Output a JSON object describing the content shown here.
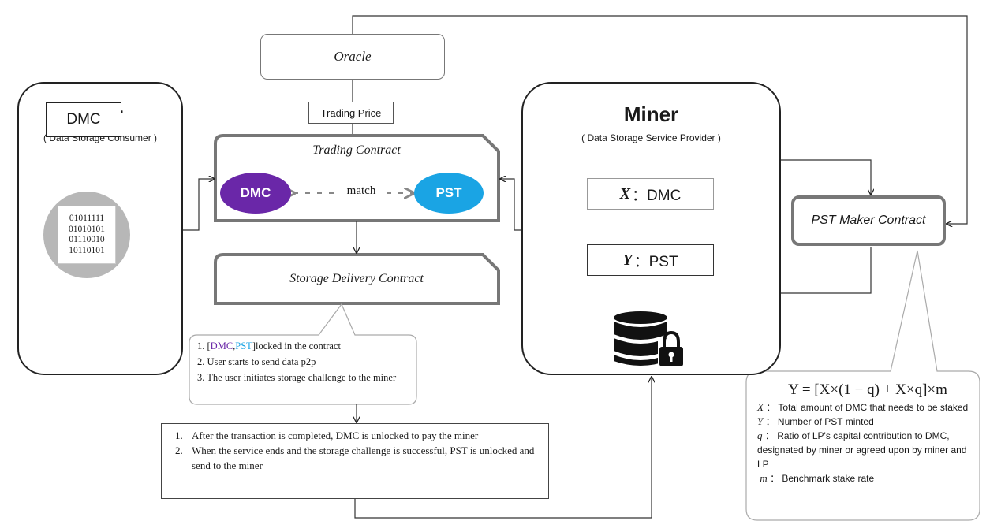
{
  "oracle": {
    "label": "Oracle"
  },
  "trading_price": {
    "label": "Trading Price"
  },
  "user": {
    "title": "User",
    "subtitle": "( Data Storage Consumer )",
    "token": "DMC",
    "binary": [
      "01011111",
      "01010101",
      "01110010",
      "10110101"
    ]
  },
  "trading_contract": {
    "title": "Trading Contract",
    "left_token": "DMC",
    "right_token": "PST",
    "match_label": "match"
  },
  "storage_contract": {
    "title": "Storage Delivery Contract"
  },
  "callout": {
    "item1_prefix": "1. [",
    "item1_dmc": "DMC",
    "item1_sep": ",",
    "item1_pst": "PST",
    "item1_suffix": "]locked in the contract",
    "item2": "2. User starts to send data p2p",
    "item3": "3. The user initiates storage challenge to the miner"
  },
  "payment": {
    "items": [
      "After the transaction is completed, DMC is unlocked to pay the miner",
      "When the service ends and the storage challenge is successful, PST is unlocked and send to the miner"
    ]
  },
  "miner": {
    "title": "Miner",
    "subtitle": "( Data Storage  Service Provider )",
    "x_var": "X",
    "x_label": "：DMC",
    "y_var": "Y",
    "y_label": "：PST"
  },
  "pst_maker": {
    "title": "PST Maker Contract"
  },
  "formula": {
    "equation": "Y = [X×(1 − q) + X×q]×m",
    "defs": [
      {
        "var": "X",
        "sep": " ：",
        "text": "Total amount of DMC that needs to be staked"
      },
      {
        "var": "Y",
        "sep": " ：",
        "text": "Number of PST minted"
      },
      {
        "var": "q",
        "sep": " ：",
        "text": "Ratio of LP's capital contribution to DMC, designated by miner or agreed upon by miner and LP"
      },
      {
        "var": "m",
        "sep": " ：",
        "text": "Benchmark stake rate"
      }
    ]
  },
  "colors": {
    "dmc": "#6a27a8",
    "pst": "#1aa4e4",
    "frame": "#777777"
  }
}
